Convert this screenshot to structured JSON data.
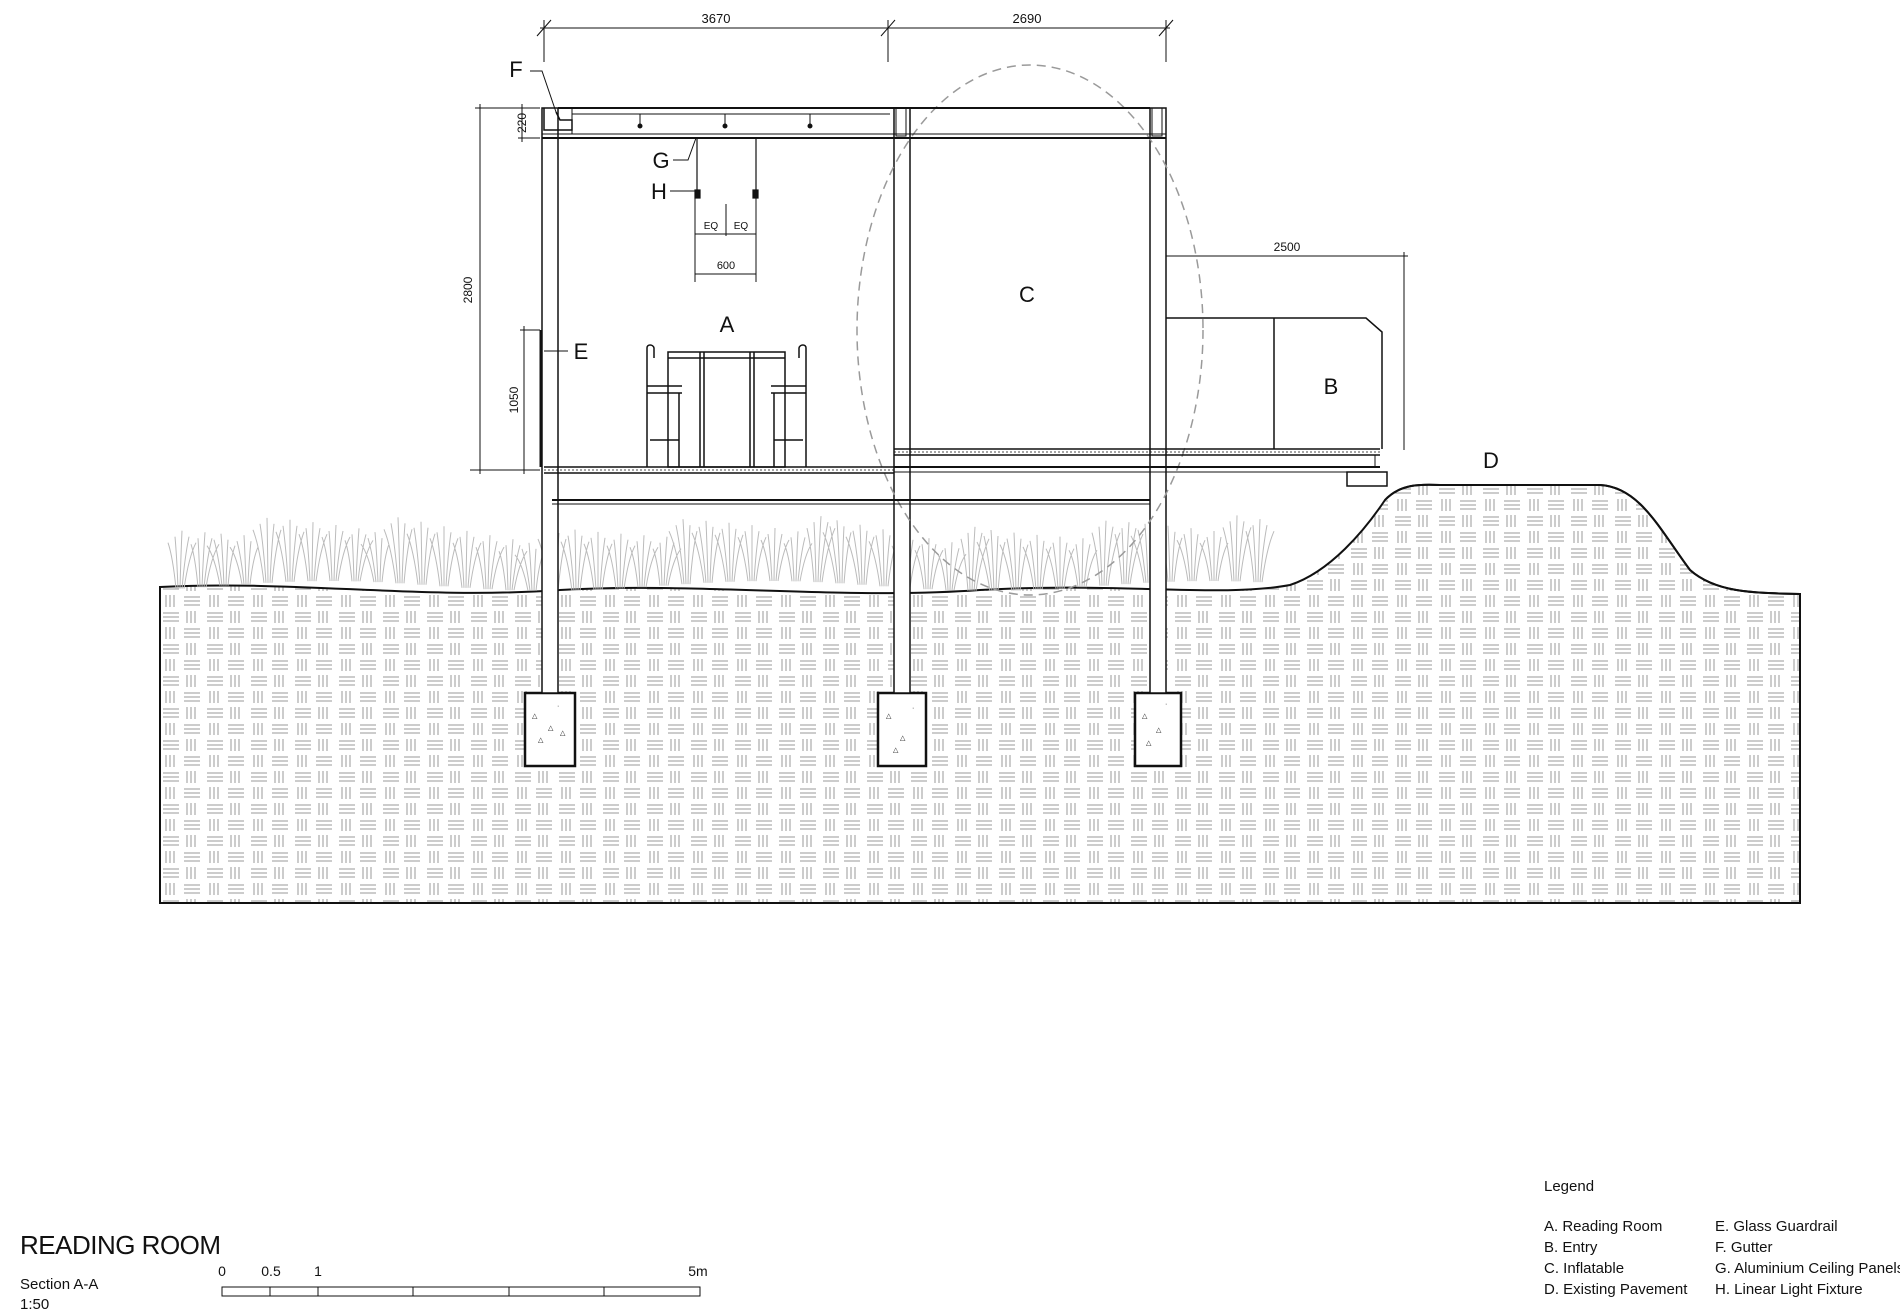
{
  "drawing": {
    "title": "READING ROOM",
    "section": "Section A-A",
    "scale": "1:50",
    "scale_bar": [
      "0",
      "0.5",
      "1",
      "5m"
    ],
    "dimensions": {
      "width_a": "3670",
      "width_c": "2690",
      "roof": "220",
      "height": "2800",
      "guardrail": "1050",
      "light_eq_1": "EQ",
      "light_eq_2": "EQ",
      "light_spacing": "600",
      "entry_width": "2500"
    },
    "callouts": {
      "a": "A",
      "b": "B",
      "c": "C",
      "d": "D",
      "e": "E",
      "f": "F",
      "g": "G",
      "h": "H"
    }
  },
  "legend": {
    "title": "Legend",
    "items": [
      "A. Reading Room",
      "E. Glass Guardrail",
      "B. Entry",
      "F. Gutter",
      "C. Inflatable",
      "G. Aluminium Ceiling Panels",
      "D. Existing Pavement",
      "H. Linear Light Fixture"
    ]
  }
}
